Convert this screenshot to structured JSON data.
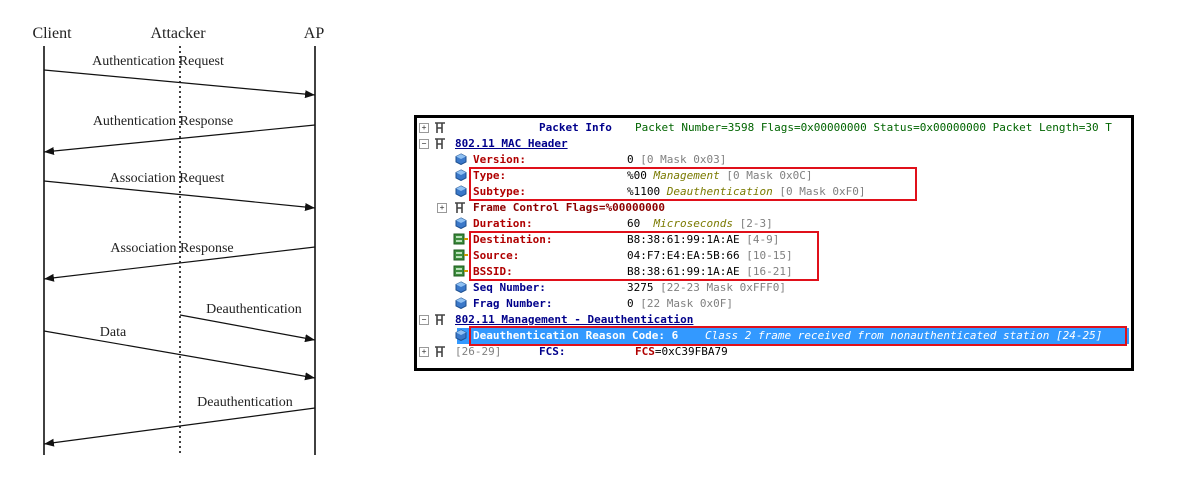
{
  "sequence_diagram": {
    "actors": [
      "Client",
      "Attacker",
      "AP"
    ],
    "messages": [
      {
        "label": "Authentication Request",
        "from": "Client",
        "to": "AP"
      },
      {
        "label": "Authentication Response",
        "from": "AP",
        "to": "Client"
      },
      {
        "label": "Association Request",
        "from": "Client",
        "to": "AP"
      },
      {
        "label": "Association Response",
        "from": "AP",
        "to": "Client"
      },
      {
        "label": "Deauthentication",
        "from": "Attacker",
        "to": "AP"
      },
      {
        "label": "Data",
        "from": "Client",
        "to": "AP"
      },
      {
        "label": "Deauthentication",
        "from": "AP",
        "to": "Client"
      }
    ]
  },
  "packet_view": {
    "packet_info": {
      "name": "Packet Info",
      "value": "Packet Number=3598 Flags=0x00000000 Status=0x00000000 Packet Length=30 T"
    },
    "mac_header": "802.11 MAC Header",
    "version": {
      "name": "Version:",
      "value": "0",
      "range": "[0 Mask 0x03]"
    },
    "type": {
      "name": "Type:",
      "value": "%00",
      "desc": "Management",
      "range": "[0 Mask 0x0C]"
    },
    "subtype": {
      "name": "Subtype:",
      "value": "%1100",
      "desc": "Deauthentication",
      "range": "[0 Mask 0xF0]"
    },
    "frame_control": {
      "name": "Frame Control Flags=%00000000"
    },
    "duration": {
      "name": "Duration:",
      "value": "60",
      "desc": "Microseconds",
      "range": "[2-3]"
    },
    "destination": {
      "name": "Destination:",
      "value": "B8:38:61:99:1A:AE",
      "range": "[4-9]"
    },
    "source": {
      "name": "Source:",
      "value": "04:F7:E4:EA:5B:66",
      "range": "[10-15]"
    },
    "bssid": {
      "name": "BSSID:",
      "value": "B8:38:61:99:1A:AE",
      "range": "[16-21]"
    },
    "seq_number": {
      "name": "Seq Number:",
      "value": "3275",
      "range": "[22-23 Mask 0xFFF0]"
    },
    "frag_number": {
      "name": "Frag Number:",
      "value": "0",
      "range": "[22 Mask 0x0F]"
    },
    "mgmt_deauth": "802.11 Management - Deauthentication",
    "reason_code": {
      "name": "Deauthentication Reason Code: 6",
      "desc": "Class 2 frame received from nonauthenticated station",
      "range": "[24-25]"
    },
    "fcs": {
      "range": "[26-29]",
      "name": "FCS:",
      "value_name": "FCS",
      "value": "=0xC39FBA79"
    }
  },
  "colors": {
    "highlight_box": "#e0101a",
    "selection": "#3399ff",
    "field_name": "#b00000",
    "group_name": "#00008b",
    "description": "#7a7a00",
    "range": "#808080"
  }
}
